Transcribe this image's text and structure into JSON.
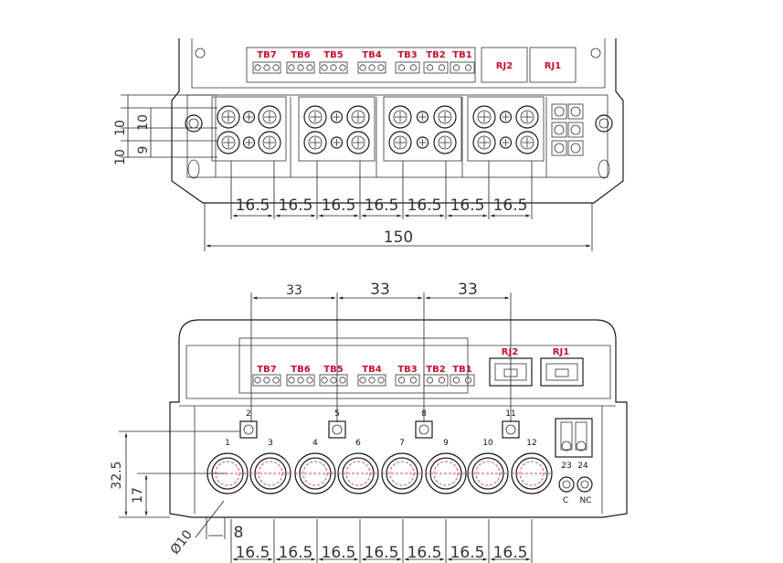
{
  "top_view": {
    "connector_labels": [
      "TB7",
      "TB6",
      "TB5",
      "TB4",
      "TB3",
      "TB2",
      "TB1"
    ],
    "rj_labels": [
      "RJ2",
      "RJ1"
    ],
    "pitch_labels": [
      "16.5",
      "16.5",
      "16.5",
      "16.5",
      "16.5",
      "16.5",
      "16.5"
    ],
    "overall_width": "150",
    "left_dims": [
      "10",
      "10",
      "9",
      "10"
    ]
  },
  "front_view": {
    "connector_labels": [
      "TB7",
      "TB6",
      "TB5",
      "TB4",
      "TB3",
      "TB2",
      "TB1"
    ],
    "rj_labels": [
      "RJ2",
      "RJ1"
    ],
    "spacing_labels": [
      "33",
      "33",
      "33"
    ],
    "screw_numbers": [
      "2",
      "5",
      "8",
      "11"
    ],
    "terminal_numbers": [
      "1",
      "3",
      "4",
      "6",
      "7",
      "9",
      "10",
      "12"
    ],
    "aux_numbers": [
      "23",
      "24"
    ],
    "aux_labels": [
      "C",
      "NC"
    ],
    "height_dims": [
      "32.5",
      "17"
    ],
    "diameter": "Ø10",
    "offset": "8",
    "pitch_labels": [
      "16.5",
      "16.5",
      "16.5",
      "16.5",
      "16.5",
      "16.5",
      "16.5"
    ]
  }
}
